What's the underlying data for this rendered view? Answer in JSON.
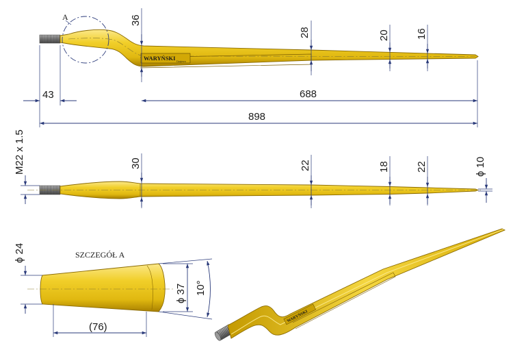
{
  "top_view": {
    "detail_marker": "A",
    "brand": "WARYŃSKI",
    "brand_sub": "Grajewo",
    "dims": {
      "d36": "36",
      "d28": "28",
      "d20": "20",
      "d16": "16",
      "d43": "43",
      "d688": "688",
      "d898": "898"
    }
  },
  "side_view": {
    "thread_label": "M22 x 1.5",
    "dims": {
      "d30": "30",
      "d22a": "22",
      "d18": "18",
      "d22b": "22",
      "tip": "ϕ 10"
    }
  },
  "detail_view": {
    "title": "SZCZEGÓŁ A",
    "dims": {
      "phi24": "ϕ 24",
      "phi37": "ϕ 37",
      "angle": "10°",
      "len76": "(76)"
    }
  },
  "iso_view": {
    "brand": "WARYŃSKI"
  },
  "colors": {
    "tine_yellow": "#e8c21a",
    "tine_shadow": "#b08a00",
    "dimension_blue": "#2a3a7a"
  }
}
